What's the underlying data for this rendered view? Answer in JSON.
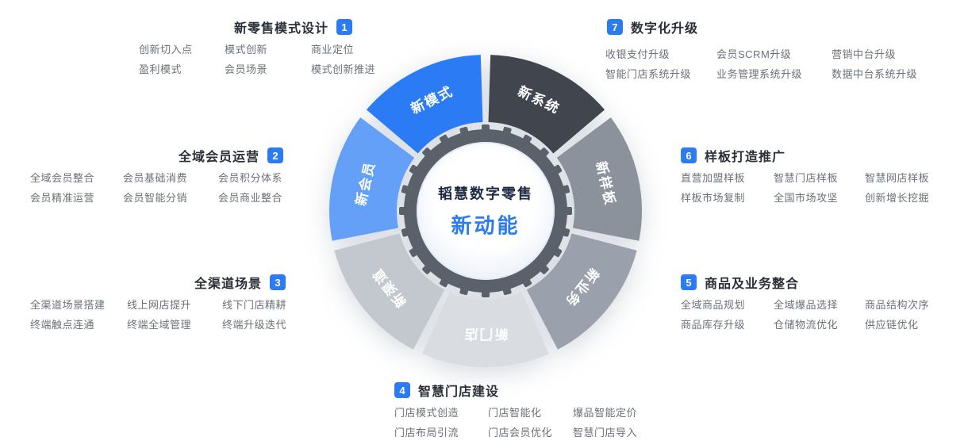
{
  "accent": "#2b7bf4",
  "center": {
    "title": "韬慧数字零售",
    "subtitle": "新动能"
  },
  "wheel": {
    "ring_color": "#5a616b",
    "label_color": "#ffffff",
    "segments": [
      {
        "label": "新模式",
        "color": "#2b7bf4"
      },
      {
        "label": "新系统",
        "color": "#41464e"
      },
      {
        "label": "新样板",
        "color": "#8b929c"
      },
      {
        "label": "新业务",
        "color": "#9aa1ac"
      },
      {
        "label": "新门店",
        "color": "#d9dce1"
      },
      {
        "label": "新渠道",
        "color": "#c3c8cf"
      },
      {
        "label": "新会员",
        "color": "#64a0f7"
      }
    ]
  },
  "sections": [
    {
      "badge": "1",
      "title": "新零售模式设计",
      "items": [
        "创新切入点",
        "模式创新",
        "商业定位",
        "盈利模式",
        "会员场景",
        "模式创新推进"
      ]
    },
    {
      "badge": "2",
      "title": "全域会员运营",
      "items": [
        "全域会员整合",
        "会员基础消费",
        "会员积分体系",
        "会员精准运营",
        "会员智能分销",
        "会员商业整合"
      ]
    },
    {
      "badge": "3",
      "title": "全渠道场景",
      "items": [
        "全渠道场景搭建",
        "线上网店提升",
        "线下门店精耕",
        "终端触点连通",
        "终端全域管理",
        "终端升级迭代"
      ]
    },
    {
      "badge": "4",
      "title": "智慧门店建设",
      "items": [
        "门店模式创造",
        "门店智能化",
        "爆品智能定价",
        "门店布局引流",
        "门店会员优化",
        "智慧门店导入"
      ]
    },
    {
      "badge": "5",
      "title": "商品及业务整合",
      "items": [
        "全域商品规划",
        "全域爆品选择",
        "商品结构次序",
        "商品库存升级",
        "仓储物流优化",
        "供应链优化"
      ]
    },
    {
      "badge": "6",
      "title": "样板打造推广",
      "items": [
        "直营加盟样板",
        "智慧门店样板",
        "智慧网店样板",
        "样板市场复制",
        "全国市场攻坚",
        "创新增长挖掘"
      ]
    },
    {
      "badge": "7",
      "title": "数字化升级",
      "items": [
        "收银支付升级",
        "会员SCRM升级",
        "营销中台升级",
        "智能门店系统升级",
        "业务管理系统升级",
        "数据中台系统升级"
      ]
    }
  ]
}
